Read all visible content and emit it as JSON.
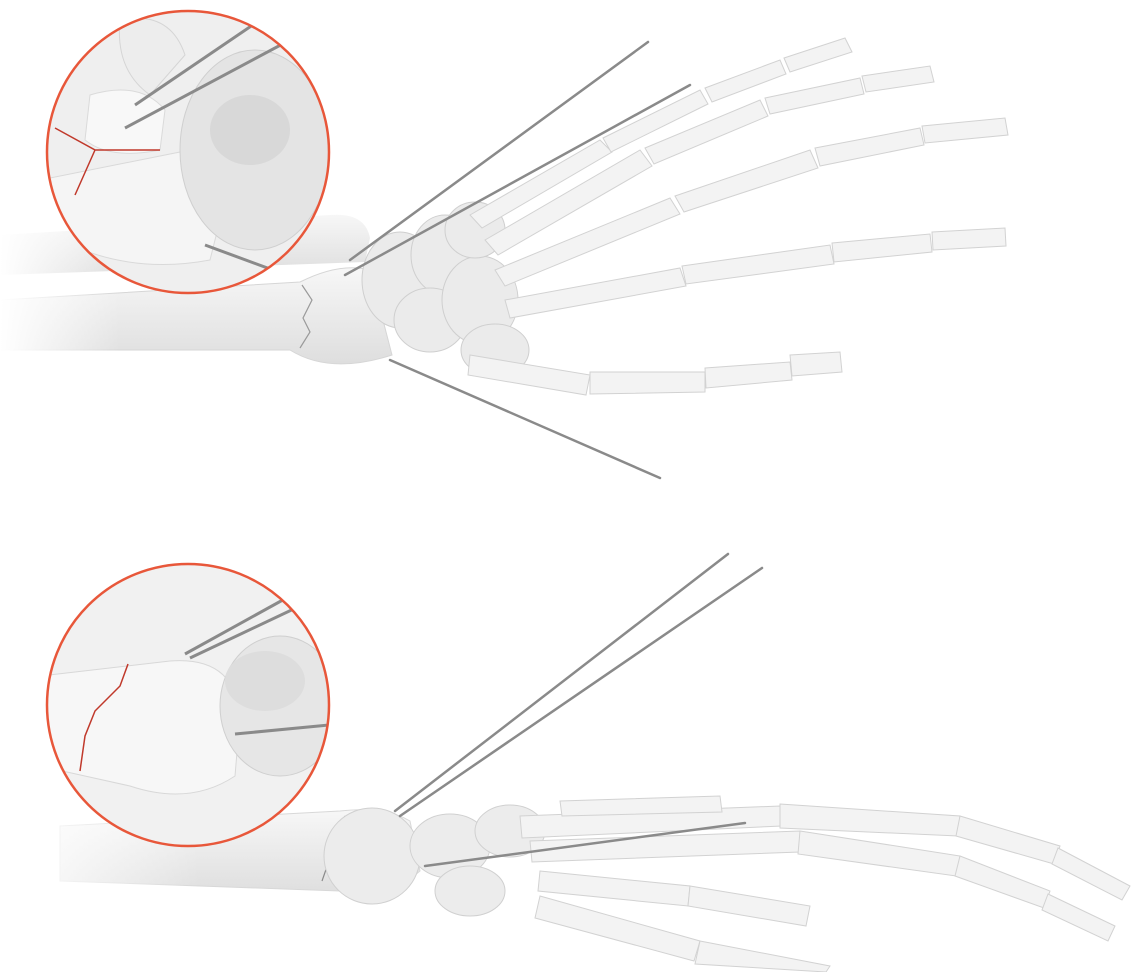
{
  "scene": {
    "subject": "hand-wrist-skeleton-kwire-fixation",
    "colors": {
      "background": "#ffffff",
      "bone": "#f2f2f2",
      "bone_shadow": "#d7d7d7",
      "callout_ring": "#e8573a",
      "fracture_line": "#c0392b",
      "wire": "#8a8a8a"
    },
    "views": [
      {
        "view": "dorsal",
        "wire_count": 3,
        "has_magnified_callout": true
      },
      {
        "view": "lateral",
        "wire_count": 3,
        "has_magnified_callout": true
      }
    ]
  }
}
